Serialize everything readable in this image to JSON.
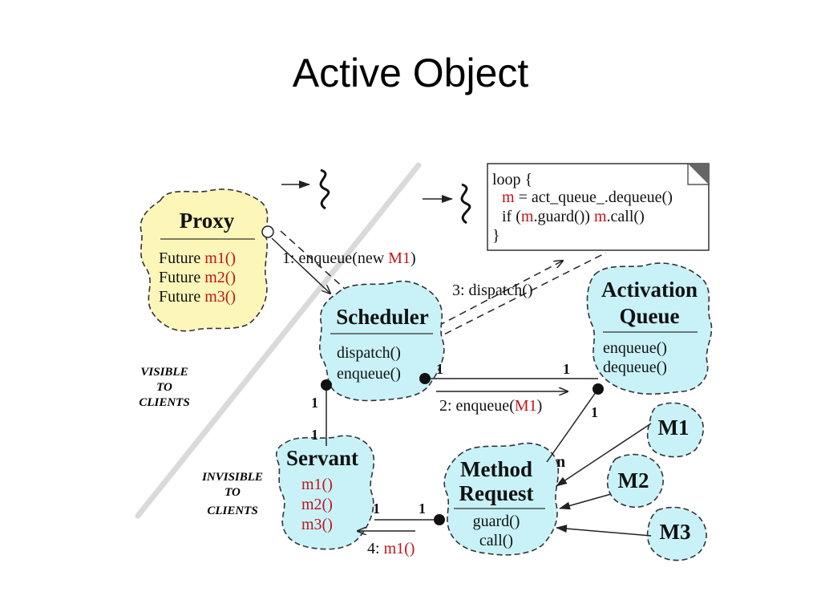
{
  "title": "Active Object",
  "colors": {
    "proxy_fill": "#fdf6b9",
    "cloud_fill": "#c8f2f7",
    "accent_red": "#c0141a",
    "divider": "#d9d9d9"
  },
  "zones": {
    "visible": [
      "VISIBLE",
      "TO",
      "CLIENTS"
    ],
    "invisible": [
      "INVISIBLE",
      "TO",
      "CLIENTS"
    ]
  },
  "proxy": {
    "name": "Proxy",
    "methods": [
      {
        "prefix": "Future ",
        "method": "m1()"
      },
      {
        "prefix": "Future ",
        "method": "m2()"
      },
      {
        "prefix": "Future ",
        "method": "m3()"
      }
    ]
  },
  "scheduler": {
    "name": "Scheduler",
    "methods": [
      "dispatch()",
      "enqueue()"
    ]
  },
  "activation_queue": {
    "name": [
      "Activation",
      "Queue"
    ],
    "methods": [
      "enqueue()",
      "dequeue()"
    ]
  },
  "servant": {
    "name": "Servant",
    "methods": [
      "m1()",
      "m2()",
      "m3()"
    ]
  },
  "method_request": {
    "name": [
      "Method",
      "Request"
    ],
    "methods": [
      "guard()",
      "call()"
    ]
  },
  "concrete_requests": [
    "M1",
    "M2",
    "M3"
  ],
  "code_note": {
    "line1": "loop {",
    "line2": {
      "var": "m",
      "rest": " = act_queue_.dequeue()"
    },
    "line3": {
      "a": "if (",
      "m1": "m",
      "b": ".guard()) ",
      "m2": "m",
      "c": ".call()"
    },
    "line4": "}"
  },
  "messages": {
    "enqueue_new": {
      "prefix": "1: enqueue(new ",
      "arg": "M1",
      "suffix": ")"
    },
    "enqueue_m1": {
      "prefix": "2: enqueue(",
      "arg": "M1",
      "suffix": ")"
    },
    "dispatch": "3: dispatch()",
    "call_m1": {
      "prefix": "4: ",
      "arg": "m1()"
    }
  },
  "multiplicities": {
    "sched_aq_left": "1",
    "sched_aq_right": "1",
    "sched_servant_top": "1",
    "sched_servant_bottom": "1",
    "aq_mr": "1",
    "mr_n": "n",
    "servant_mr_left": "1",
    "servant_mr_right": "1"
  }
}
